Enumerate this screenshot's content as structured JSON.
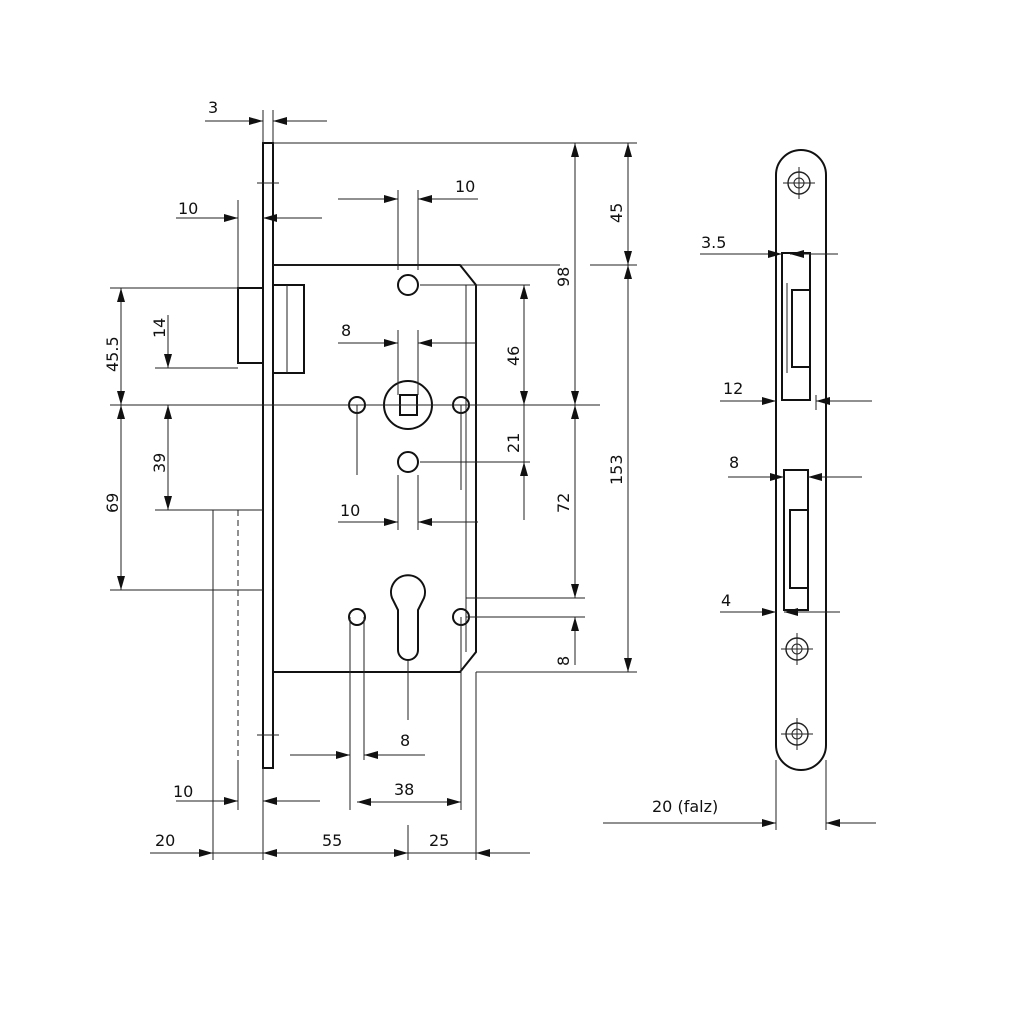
{
  "colors": {
    "line": "#222222",
    "background": "#ffffff"
  },
  "labels": {
    "d3": "3",
    "d10_top": "10",
    "d10_left": "10",
    "d45": "45",
    "d98": "98",
    "d45_5": "45.5",
    "d14": "14",
    "d8_a": "8",
    "d46": "46",
    "d21": "21",
    "d39": "39",
    "d69": "69",
    "d153": "153",
    "d72": "72",
    "d10_mid": "10",
    "d8_b": "8",
    "d8_c": "8",
    "d38": "38",
    "d10_bottom": "10",
    "d20": "20",
    "d55": "55",
    "d25": "25",
    "d3_5": "3.5",
    "d12": "12",
    "d8_plate": "8",
    "d4": "4",
    "d20_falz": "20 (falz)"
  }
}
